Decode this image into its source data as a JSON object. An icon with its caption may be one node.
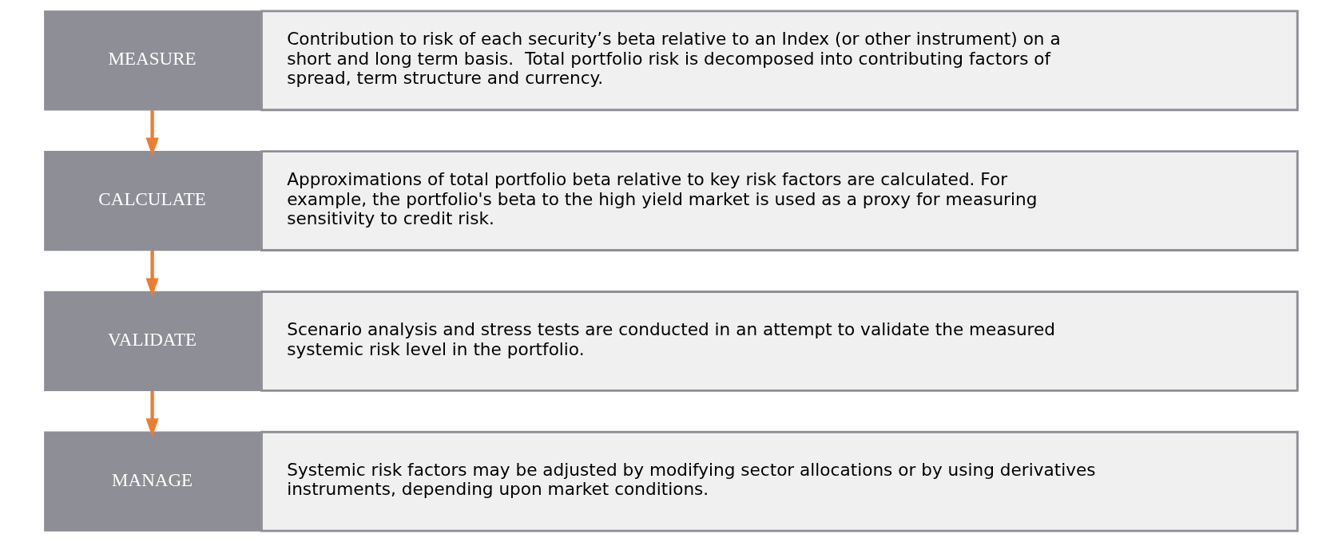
{
  "diagram": {
    "nodes": [
      {
        "text": [
          "MEASURE"
        ]
      },
      {
        "text": [
          "Contribution to risk of each security’s beta relative to an Index (or other instrument) on a short and long term basis.  Total portfolio risk is decomposed into contributing factors of spread, term structure and currency."
        ]
      },
      {
        "text": [
          "CALCULATE"
        ]
      },
      {
        "text": [
          "Approximations of total portfolio beta relative to key risk factors are calculated. For example, the portfolio's beta to the high yield market is used as a proxy for measuring sensitivity to credit risk."
        ]
      },
      {
        "text": [
          "VALIDATE"
        ]
      },
      {
        "text": [
          "Scenario analysis and stress tests are conducted in an attempt to validate the measured systemic risk level in the portfolio."
        ]
      },
      {
        "text": [
          "MANAGE"
        ]
      },
      {
        "text": [
          "Systemic risk factors may be adjusted by modifying sector allocations or by using derivatives instruments, depending upon market conditions."
        ]
      }
    ],
    "edges": [
      {
        "from": 0,
        "to": 2,
        "arrow": "to",
        "color": "#ed7d31"
      },
      {
        "from": 2,
        "to": 4,
        "arrow": "to",
        "color": "#ed7d31"
      },
      {
        "from": 4,
        "to": 6,
        "arrow": "to",
        "color": "#ed7d31"
      }
    ]
  }
}
